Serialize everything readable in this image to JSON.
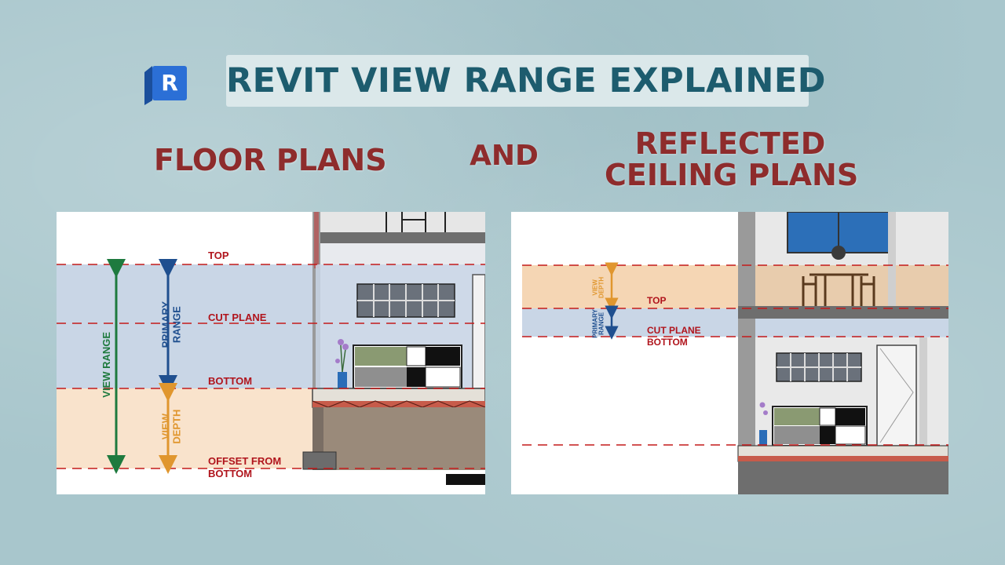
{
  "title": "REVIT VIEW RANGE EXPLAINED",
  "logo": {
    "letter": "R",
    "icon": "revit-logo-icon",
    "color": "#2b6fd6"
  },
  "headings": {
    "floor_plans": "FLOOR PLANS",
    "and": "AND",
    "reflected_line1": "REFLECTED",
    "reflected_line2": "CEILING PLANS"
  },
  "floor_plan": {
    "labels": {
      "top": "TOP",
      "cut_plane": "CUT PLANE",
      "bottom": "BOTTOM",
      "offset_line1": "OFFSET FROM",
      "offset_line2": "BOTTOM"
    },
    "arrows": {
      "view_range": "VIEW RANGE",
      "primary_line1": "PRIMARY",
      "primary_line2": "RANGE",
      "depth_line1": "VIEW",
      "depth_line2": "DEPTH"
    }
  },
  "ceiling_plan": {
    "labels": {
      "top": "TOP",
      "cut_plane": "CUT PLANE",
      "bottom": "BOTTOM"
    },
    "arrows": {
      "depth_line1": "VIEW",
      "depth_line2": "DEPTH",
      "primary_line1": "PRIMARY",
      "primary_line2": "RANGE"
    }
  },
  "colors": {
    "title": "#1d5c6e",
    "heading": "#8e2c2c",
    "label_red": "#b0141c",
    "view_range_green": "#1e7a3e",
    "primary_blue": "#1f4f8f",
    "depth_orange": "#e0962e",
    "primary_band": "#c9d6e6",
    "depth_band": "#f9e3cc"
  }
}
